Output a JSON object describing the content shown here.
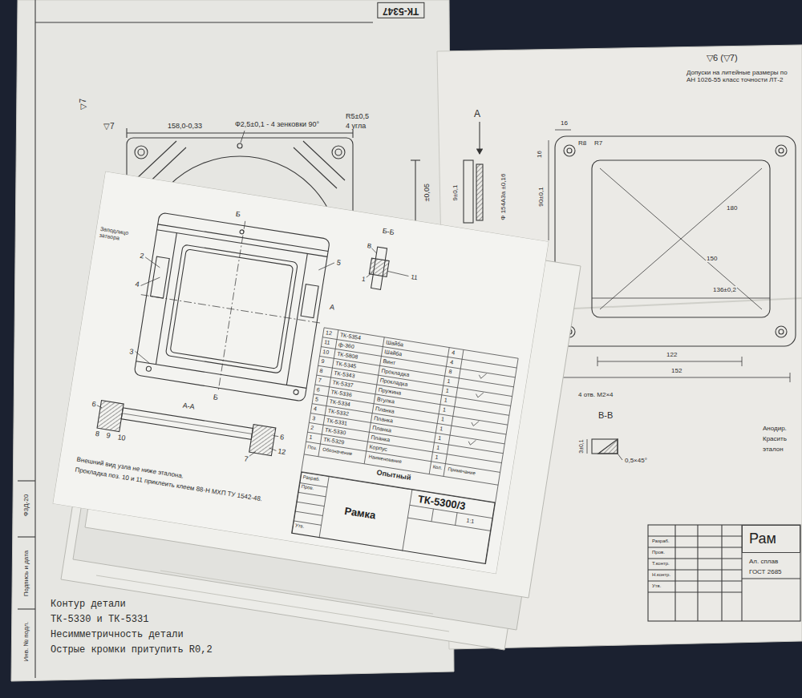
{
  "diagram": {
    "nodes": [
      {
        "text": [
          "ТК-5347"
        ]
      },
      {
        "text": [
          "Рам"
        ]
      },
      {
        "text": [
          "Рамка",
          "ТК-5300/3"
        ]
      }
    ],
    "labels": [
      "158,0-0,33",
      "Ф2,5±0,1 - 4 зенковки 90°",
      "R5±0,5",
      "4 угла",
      "▽7",
      "▽7",
      "±0,05",
      "Инв. № подл.",
      "Подпись и дата",
      "Ф3Д-20",
      "Контур детали",
      "ТК-5330 и ТК-5331",
      "Несимметричность детали",
      "Острые кромки притупить R0,2",
      "Допуски на литейные размеры по АН 1026-55 класс точности ЛТ-2",
      "▽6 (▽7)",
      "А",
      "16",
      "16",
      "R8",
      "R7",
      "9±0,1",
      "Ф 154А3а ±0,16",
      "90±0,1",
      "180",
      "150",
      "136±0,2",
      "4 отв. М2×4",
      "122",
      "152",
      "В-В",
      "3±0,1",
      "0,5×45°",
      "Анодир.",
      "Красить",
      "эталон",
      "Ал. сплав",
      "ГОСТ 2685",
      "Разраб.",
      "Пров.",
      "Т.контр.",
      "Н.контр.",
      "Утв.",
      "2",
      "4",
      "3",
      "5",
      "А",
      "Б",
      "Б",
      "Заподлицо затвора",
      "Б-Б",
      "В",
      "1",
      "11",
      "А-А",
      "6",
      "8",
      "9",
      "10",
      "7",
      "6",
      "12",
      "Внешний вид узла не ниже эталона.",
      "Прокладка поз. 10 и 11 приклеить клеем 88-Н МХП ТУ 1542-48.",
      "Поз.",
      "Обозначение",
      "Наименование",
      "Кол.",
      "Примечание",
      "Опытный",
      "12",
      "ТК-5354",
      "Шайба",
      "4",
      "11",
      "ф-360",
      "Шайба",
      "4",
      "10",
      "ТК-5808",
      "Винт",
      "8",
      "9",
      "ТК-5345",
      "Прокладка",
      "1",
      "8",
      "ТК-5343",
      "Прокладка",
      "1",
      "7",
      "ТК-5337",
      "Пружина",
      "1",
      "6",
      "ТК-5336",
      "Втулка",
      "1",
      "5",
      "ТК-5334",
      "Планка",
      "1",
      "4",
      "ТК-5332",
      "Планка",
      "1",
      "3",
      "ТК-5331",
      "Планка",
      "1",
      "2",
      "ТК-5330",
      "Планка",
      "1",
      "1",
      "ТК-5329",
      "Корпус",
      "1",
      "1:1",
      "Разраб.",
      "Пров.",
      "Утв."
    ]
  }
}
